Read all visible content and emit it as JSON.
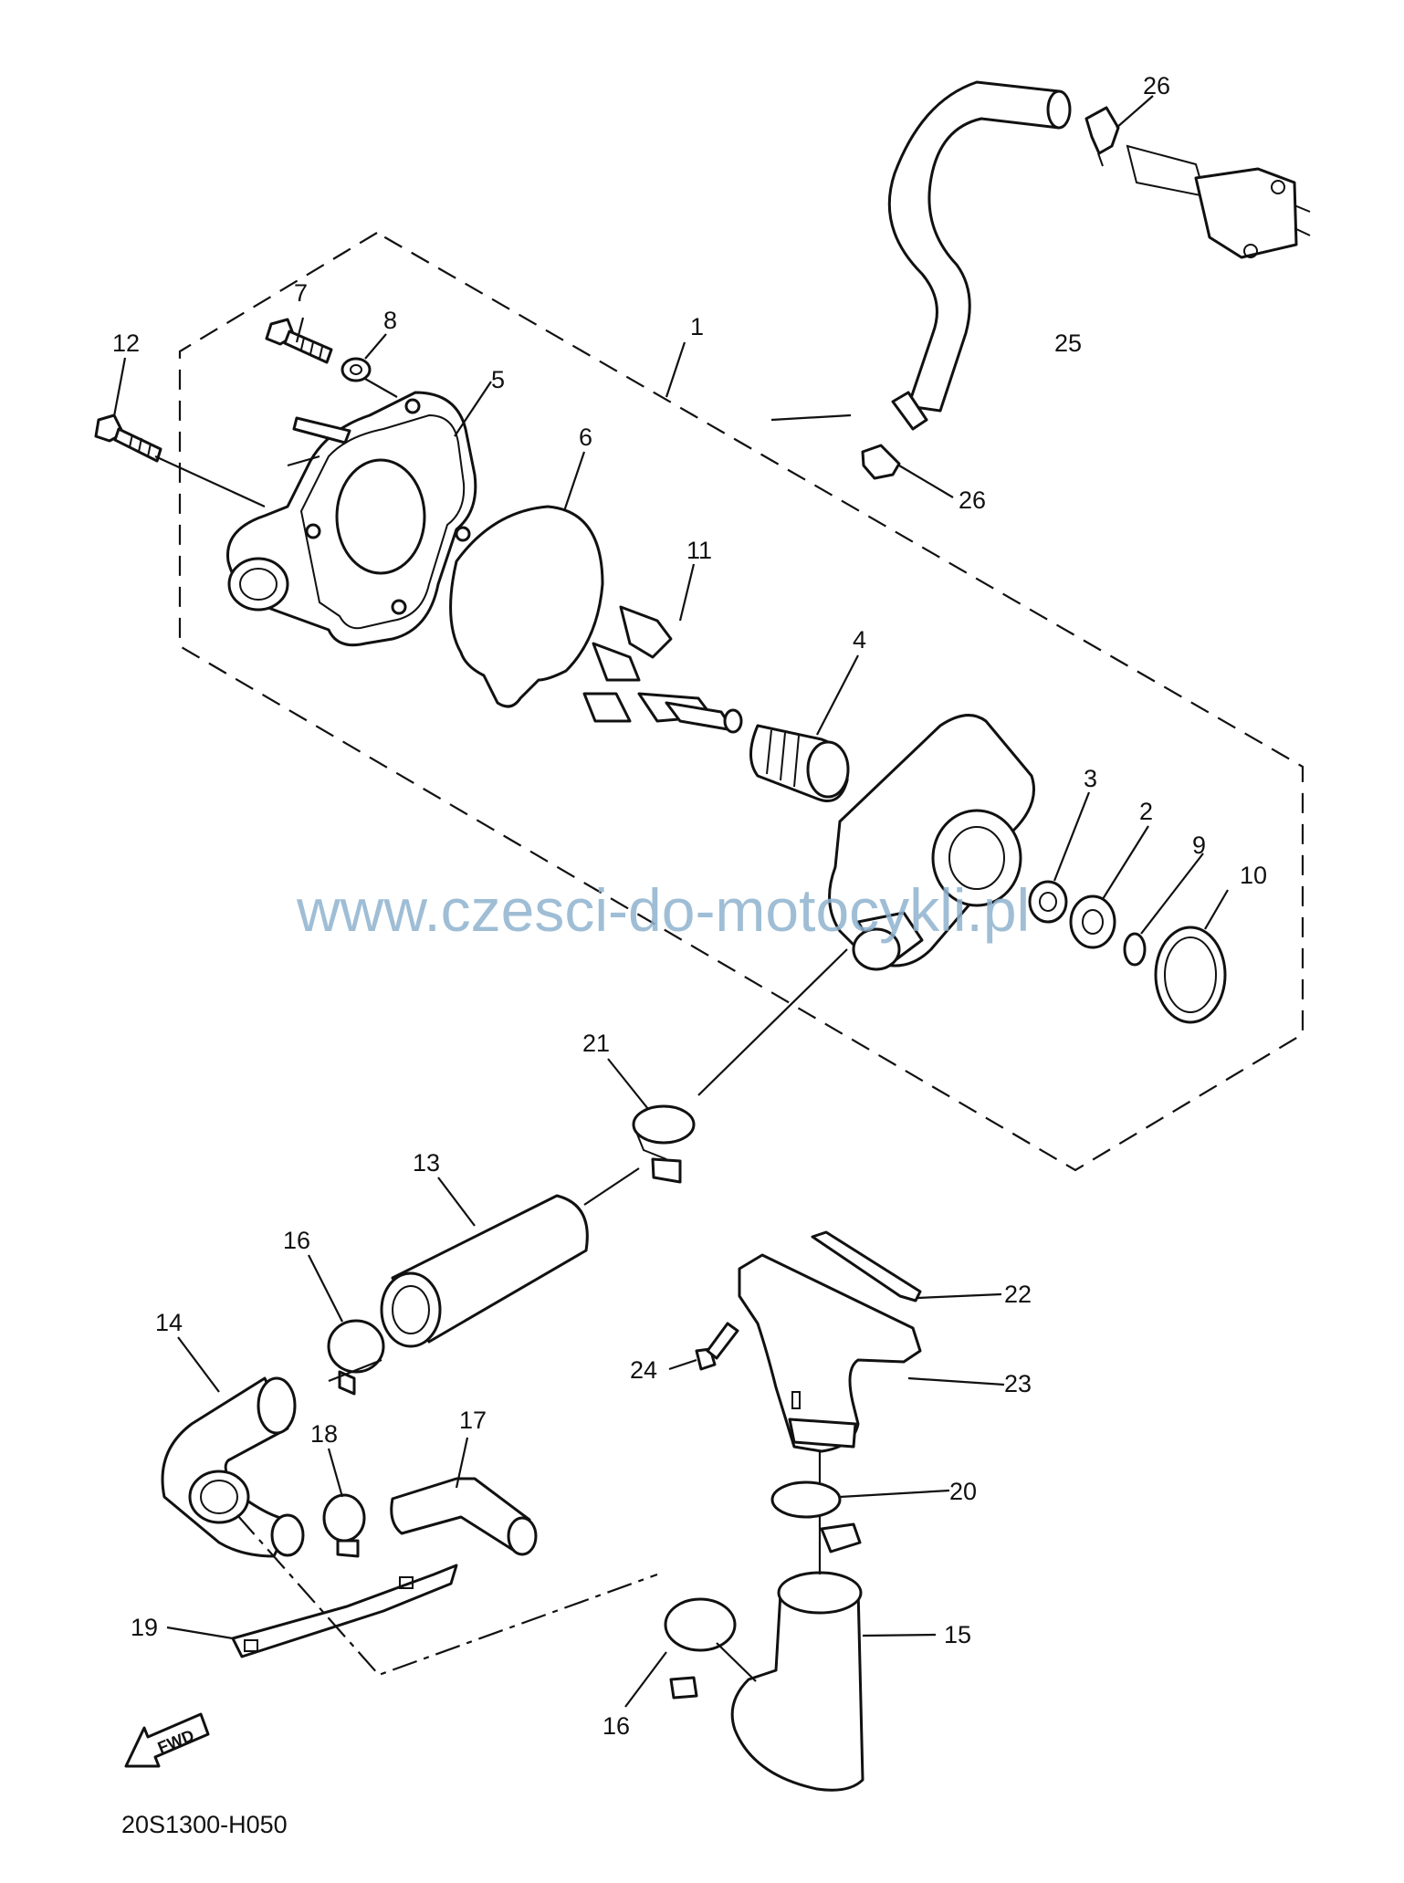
{
  "diagram_code": "20S1300-H050",
  "watermark": "www.czesci-do-motocykli.pl",
  "fwd_label": "FWD",
  "callouts": {
    "c1": "1",
    "c2": "2",
    "c3": "3",
    "c4": "4",
    "c5": "5",
    "c6": "6",
    "c7": "7",
    "c8": "8",
    "c9": "9",
    "c10": "10",
    "c11": "11",
    "c12": "12",
    "c13": "13",
    "c14": "14",
    "c15": "15",
    "c16a": "16",
    "c16b": "16",
    "c17": "17",
    "c18": "18",
    "c19": "19",
    "c20": "20",
    "c21": "21",
    "c22": "22",
    "c23": "23",
    "c24": "24",
    "c25": "25",
    "c26a": "26",
    "c26b": "26"
  }
}
